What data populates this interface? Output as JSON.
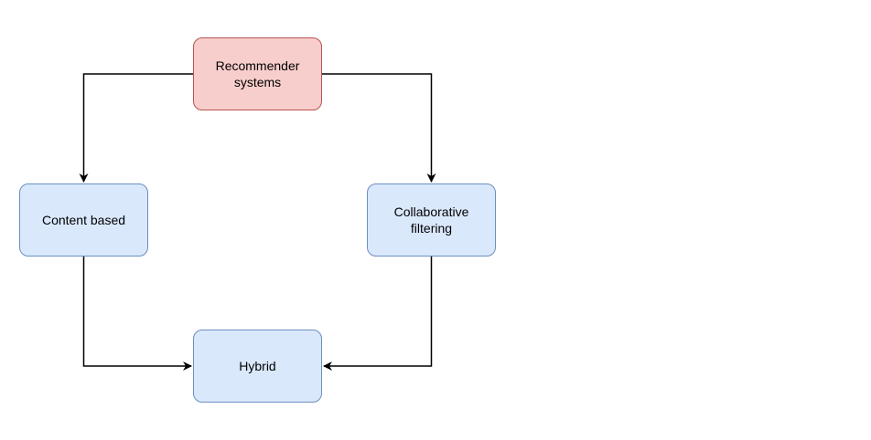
{
  "diagram": {
    "nodes": {
      "root": {
        "label": "Recommender\nsystems"
      },
      "content_based": {
        "label": "Content based"
      },
      "collaborative": {
        "label": "Collaborative\nfiltering"
      },
      "hybrid": {
        "label": "Hybrid"
      }
    },
    "edges": [
      {
        "from": "Recommender systems",
        "to": "Content based"
      },
      {
        "from": "Recommender systems",
        "to": "Collaborative filtering"
      },
      {
        "from": "Content based",
        "to": "Hybrid"
      },
      {
        "from": "Collaborative filtering",
        "to": "Hybrid"
      }
    ],
    "colors": {
      "root_fill": "#f8cecc",
      "root_border": "#b85450",
      "node_fill": "#dae8fc",
      "node_border": "#6c8ebf",
      "edge": "#000000"
    }
  }
}
